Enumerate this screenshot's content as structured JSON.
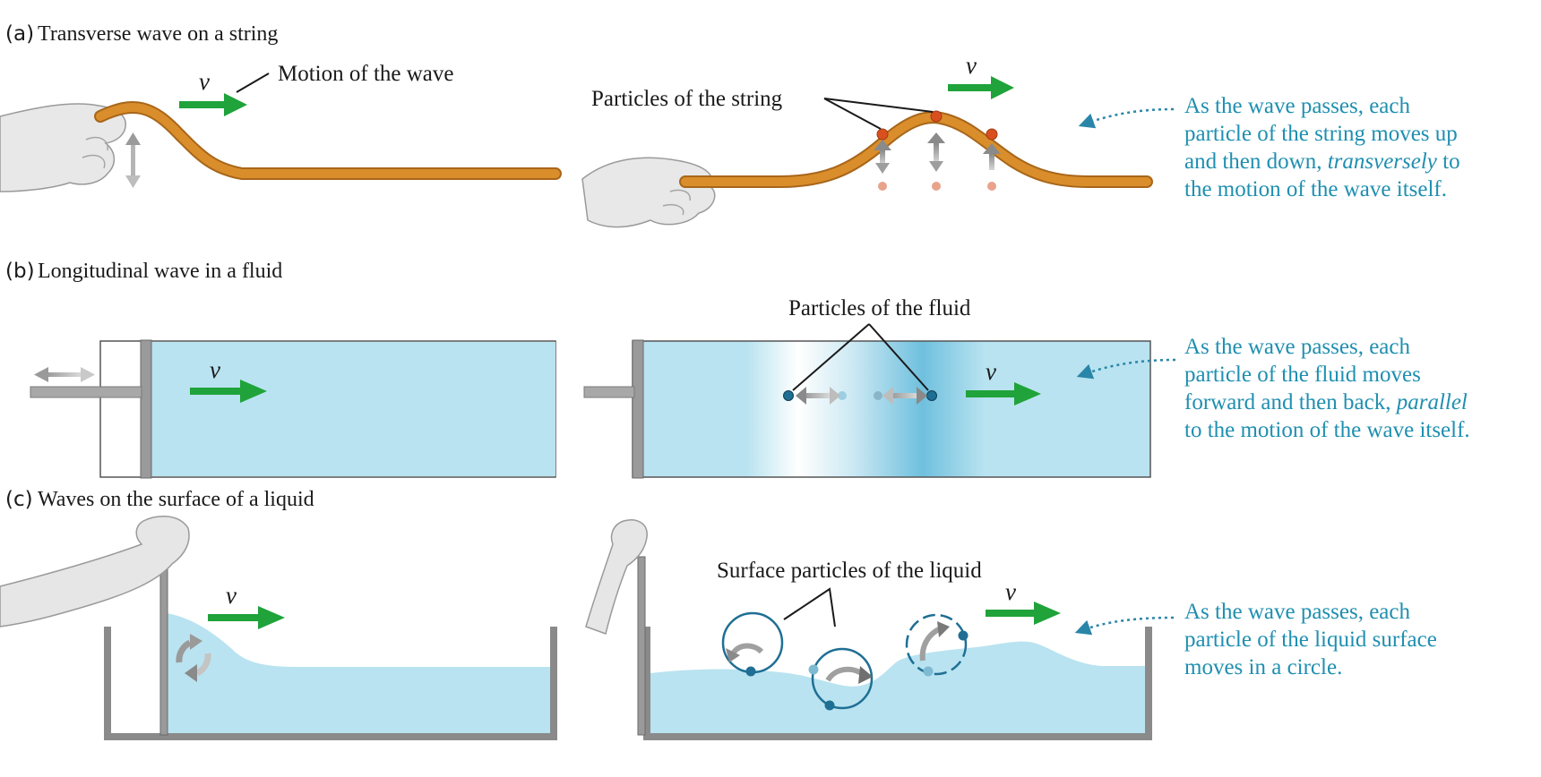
{
  "panels": {
    "a": {
      "label": "(a)",
      "title": "Transverse wave on a string",
      "velocity_symbol": "v",
      "motion_label": "Motion of the wave",
      "particles_label": "Particles of the string",
      "caption": {
        "l1": "As the wave passes, each",
        "l2": "particle of the string moves up",
        "l3_pre": "and then down, ",
        "l3_em": "transversely",
        "l3_post": " to",
        "l4": "the motion of the wave itself."
      }
    },
    "b": {
      "label": "(b)",
      "title": "Longitudinal wave in a fluid",
      "velocity_symbol": "v",
      "particles_label": "Particles of the fluid",
      "caption": {
        "l1": "As the wave passes, each",
        "l2": "particle of the fluid moves",
        "l3_pre": "forward and then back, ",
        "l3_em": "parallel",
        "l4": "to the motion of the wave itself."
      }
    },
    "c": {
      "label": "(c)",
      "title": "Waves on the surface of a liquid",
      "velocity_symbol": "v",
      "particles_label": "Surface particles of the liquid",
      "caption": {
        "l1": "As the wave passes, each",
        "l2": "particle of the liquid surface",
        "l3": "moves in a circle."
      }
    }
  },
  "colors": {
    "string": "#d98e2b",
    "string_edge": "#a8661a",
    "arrow_green": "#1fa33a",
    "fluid": "#b9e3f0",
    "caption": "#1f8fb0",
    "particle_red": "#d9501f",
    "particle_blue": "#1f6f94"
  }
}
